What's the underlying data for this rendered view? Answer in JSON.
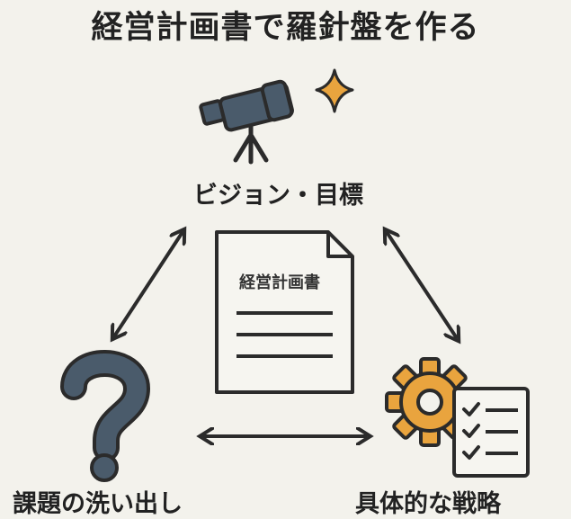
{
  "title": "経営計画書で羅針盤を作る",
  "center": {
    "document_title": "経営計画書"
  },
  "nodes": {
    "vision": {
      "label": "ビジョン・目標",
      "icon": "telescope-icon"
    },
    "issues": {
      "label": "課題の洗い出し",
      "icon": "question-mark-icon"
    },
    "strategy": {
      "label": "具体的な戦略",
      "icon": "gear-checklist-icon"
    }
  },
  "colors": {
    "background": "#f3f2ec",
    "outline": "#2b2b2b",
    "slate": "#4a5b6b",
    "accent": "#e9a43e"
  }
}
